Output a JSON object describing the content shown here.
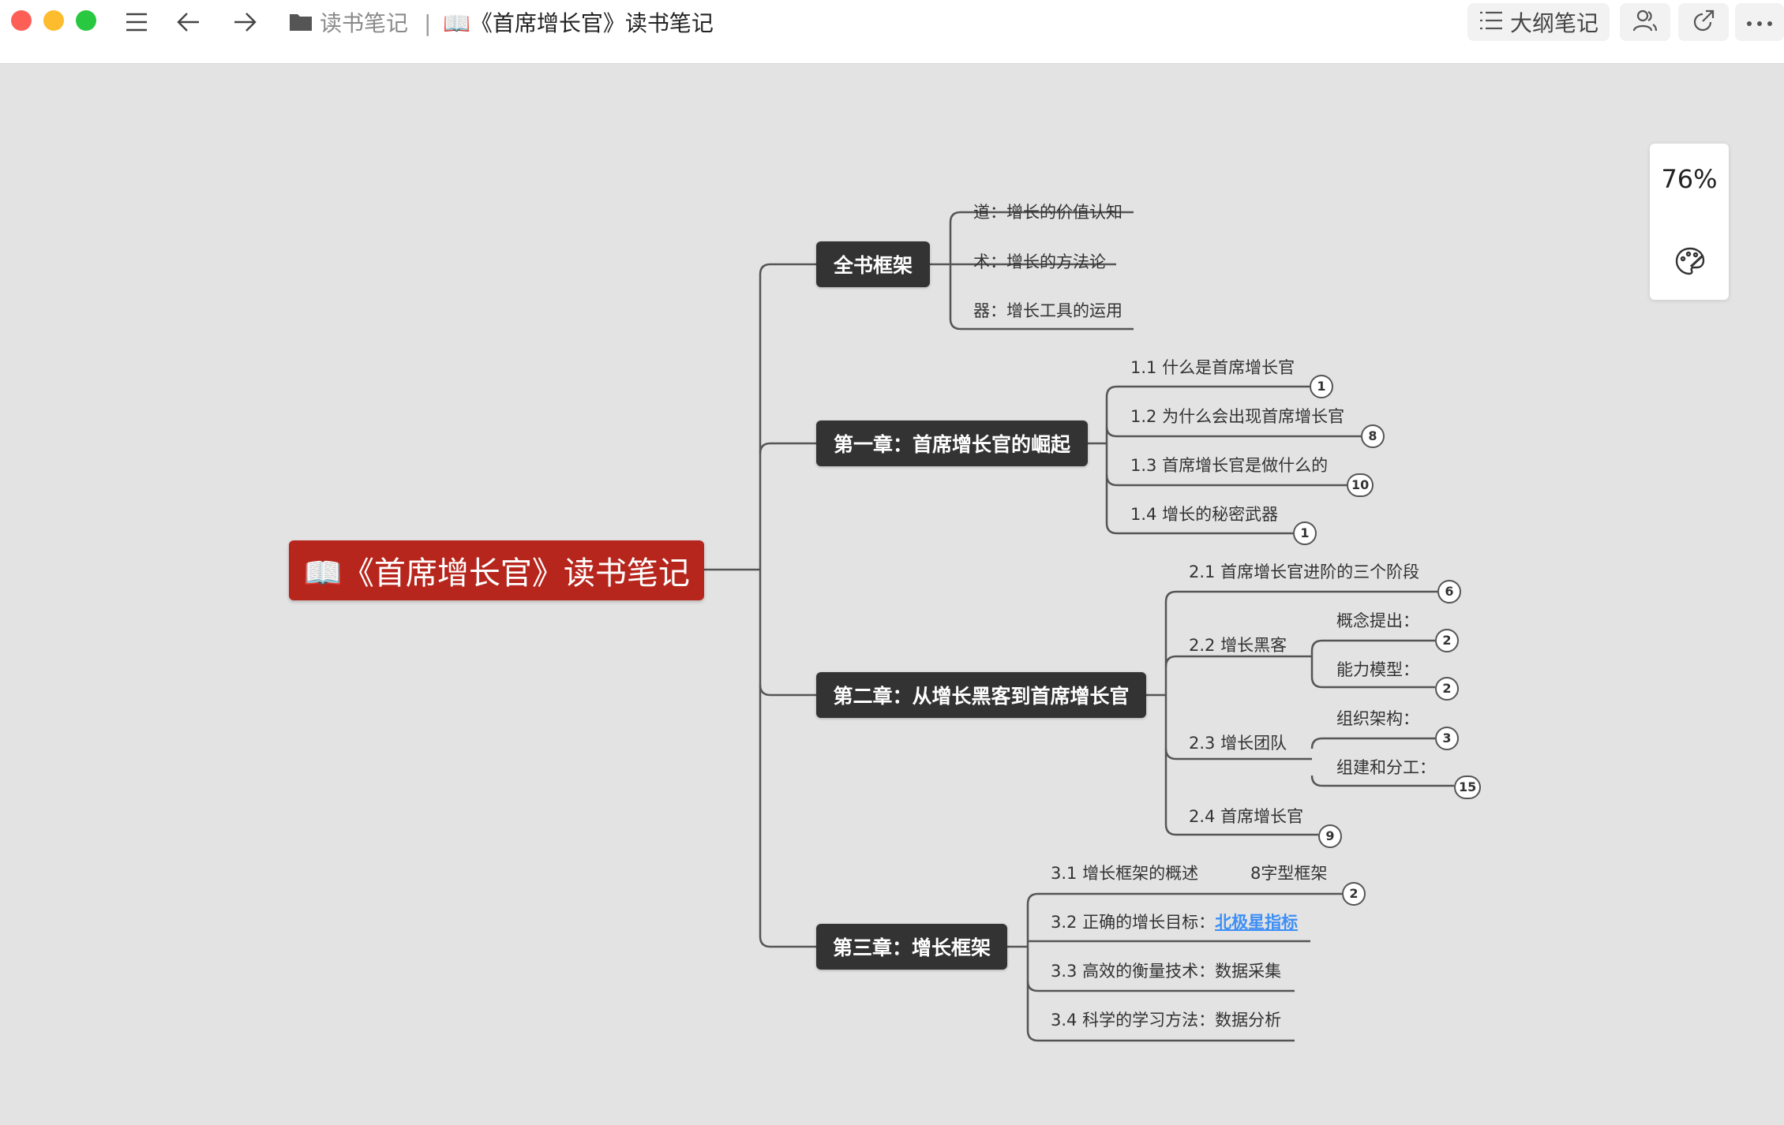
{
  "window": {
    "breadcrumb_folder": "读书笔记",
    "breadcrumb_separator": "|",
    "breadcrumb_doc": "📖《首席增长官》读书笔记",
    "outline_button": "大纲笔记"
  },
  "zoom": {
    "level": "76%"
  },
  "colors": {
    "root": "#b7261d",
    "chapter": "#333333",
    "link": "#3d8ff5",
    "canvas": "#e3e3e3"
  },
  "icons": [
    "menu-icon",
    "back-arrow-icon",
    "forward-arrow-icon",
    "folder-icon",
    "book-icon",
    "list-icon",
    "share-users-icon",
    "export-icon",
    "more-icon",
    "palette-icon"
  ],
  "mindmap": {
    "root": "📖《首席增长官》读书笔记",
    "c0": {
      "title": "全书框架",
      "items": [
        "道：增长的价值认知",
        "术：增长的方法论",
        "器：增长工具的运用"
      ]
    },
    "c1": {
      "title": "第一章：首席增长官的崛起",
      "items": [
        {
          "text": "1.1 什么是首席增长官",
          "count": "1"
        },
        {
          "text": "1.2 为什么会出现首席增长官",
          "count": "8"
        },
        {
          "text": "1.3 首席增长官是做什么的",
          "count": "10"
        },
        {
          "text": "1.4 增长的秘密武器",
          "count": "1"
        }
      ]
    },
    "c2": {
      "title": "第二章：从增长黑客到首席增长官",
      "items": [
        {
          "text": "2.1 首席增长官进阶的三个阶段",
          "count": "6"
        },
        {
          "text": "2.2 增长黑客",
          "children": [
            {
              "text": "概念提出：",
              "count": "2"
            },
            {
              "text": "能力模型：",
              "count": "2"
            }
          ]
        },
        {
          "text": "2.3 增长团队",
          "children": [
            {
              "text": "组织架构：",
              "count": "3"
            },
            {
              "text": "组建和分工：",
              "count": "15"
            }
          ]
        },
        {
          "text": "2.4 首席增长官",
          "count": "9"
        }
      ]
    },
    "c3": {
      "title": "第三章：增长框架",
      "items": [
        {
          "text": "3.1 增长框架的概述",
          "extra": "8字型框架",
          "count": "2"
        },
        {
          "text": "3.2 正确的增长目标：",
          "link": "北极星指标"
        },
        {
          "text": "3.3 高效的衡量技术：数据采集"
        },
        {
          "text": "3.4 科学的学习方法：数据分析"
        }
      ]
    }
  }
}
